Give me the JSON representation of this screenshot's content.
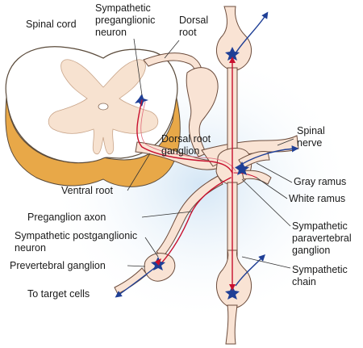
{
  "labels": {
    "spinal_cord": "Spinal cord",
    "preganglionic_1": "Sympathetic",
    "preganglionic_2": "preganglionic",
    "preganglionic_3": "neuron",
    "dorsal_root_1": "Dorsal",
    "dorsal_root_2": "root",
    "drg_1": "Dorsal root",
    "drg_2": "ganglion",
    "spinal_nerve_1": "Spinal",
    "spinal_nerve_2": "nerve",
    "ventral_root": "Ventral root",
    "gray_ramus": "Gray ramus",
    "white_ramus": "White ramus",
    "preganglion_axon": "Preganglion axon",
    "postganglionic_1": "Sympathetic postganglionic",
    "postganglionic_2": "neuron",
    "paravertebral_1": "Sympathetic",
    "paravertebral_2": "paravertebral",
    "paravertebral_3": "ganglion",
    "prevertebral": "Prevertebral ganglion",
    "chain_1": "Sympathetic",
    "chain_2": "chain",
    "target": "To target cells"
  },
  "colors": {
    "gray_matter": "#f7e7d9",
    "white_matter": "#ffffff",
    "cord_edge": "#e2a44a",
    "cord_outline": "#5a4a3a",
    "nerve_fill": "#f9e3d4",
    "nerve_outline": "#6b4b3b",
    "axon_red": "#c8102e",
    "neuron_blue": "#1f3f96",
    "halo": "#d9ebf7"
  }
}
